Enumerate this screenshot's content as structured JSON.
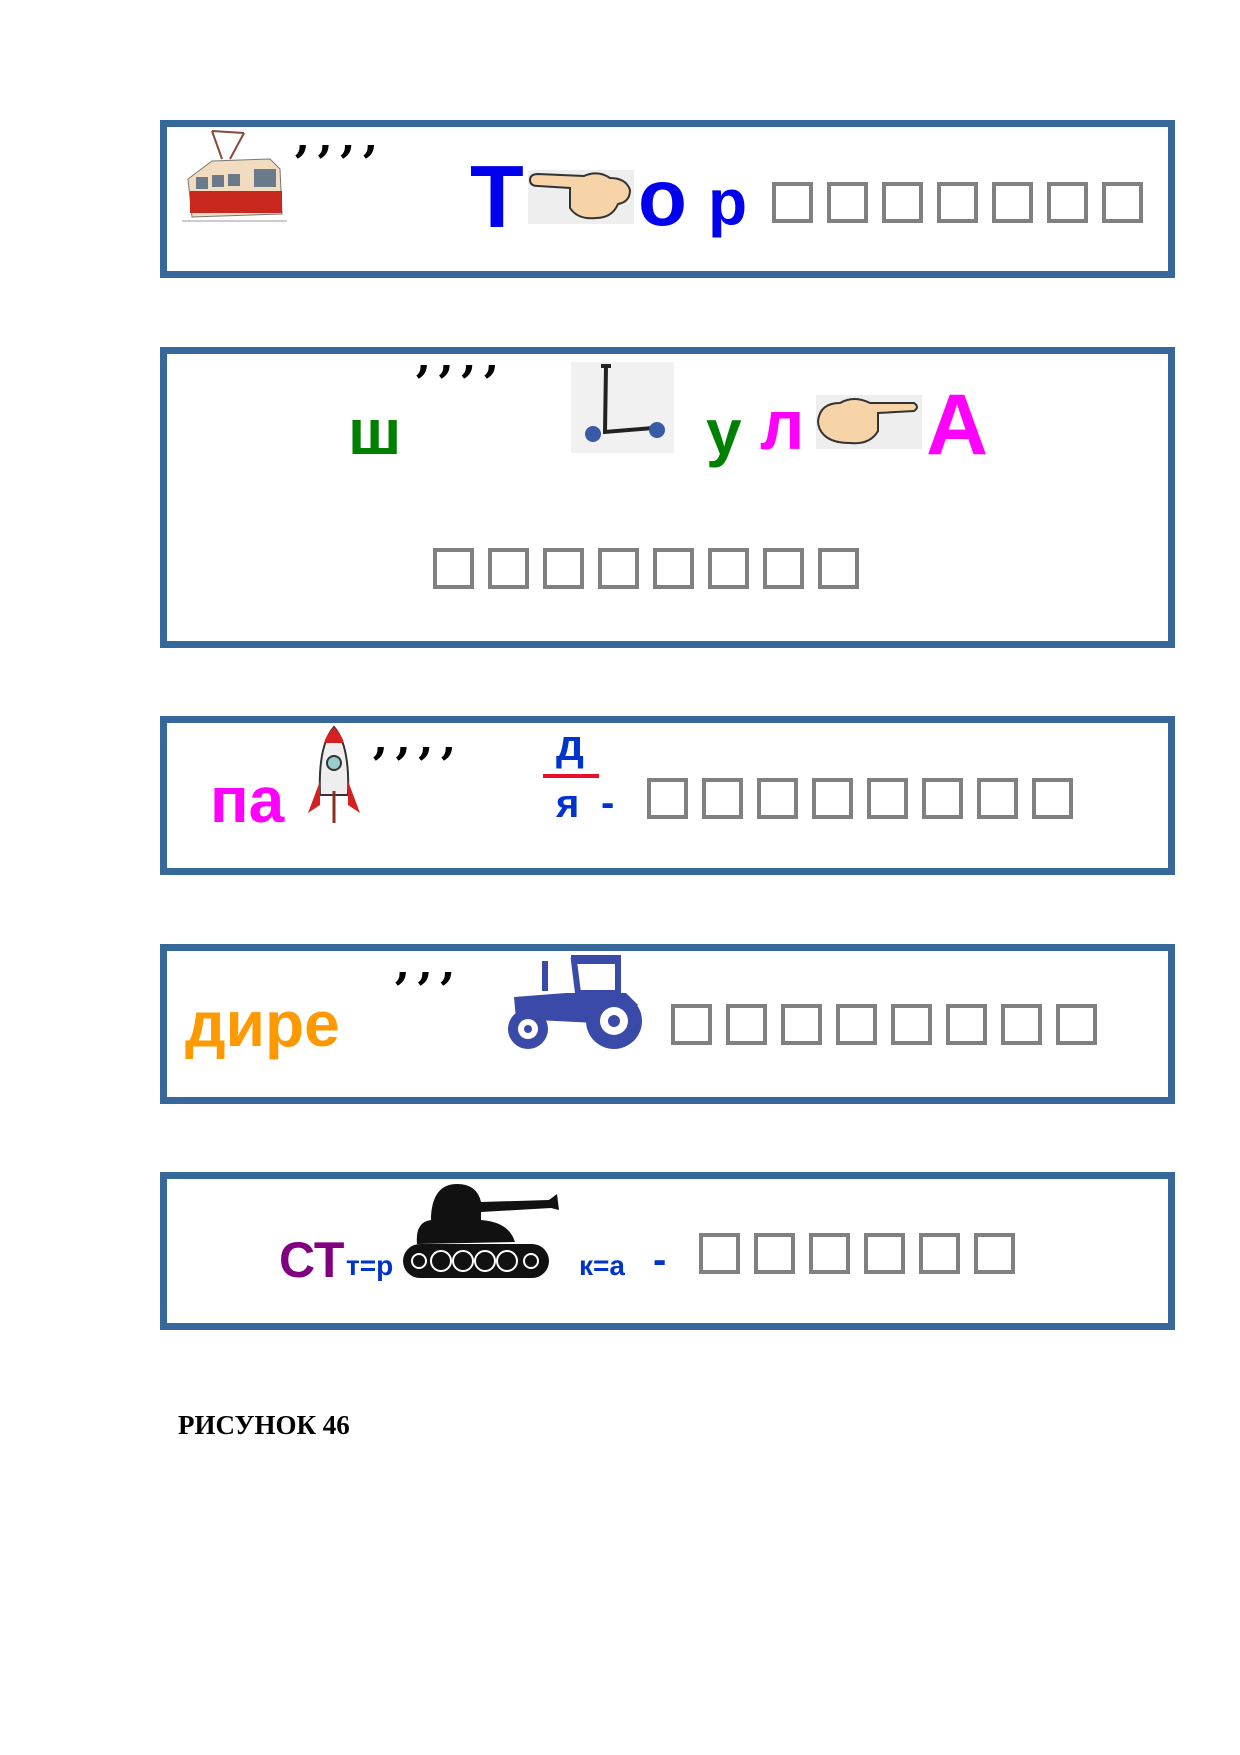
{
  "colors": {
    "border": "#36689a",
    "blue": "#0000ee",
    "green": "#008000",
    "magenta": "#ff00ff",
    "orange": "#ff9900",
    "purple": "#800080",
    "darkblue": "#0033cc",
    "red": "#e8102a",
    "square": "#808080"
  },
  "puzzles": [
    {
      "commas": "’’’’",
      "letters": [
        "Т",
        "о",
        "р"
      ],
      "icons": [
        "tram-icon",
        "pointing-hand-icon"
      ],
      "answer_squares": 7
    },
    {
      "letters": [
        "ш",
        "у",
        "л",
        "А"
      ],
      "commas": "’’’’",
      "icons": [
        "scooter-icon",
        "pointing-hand-icon"
      ],
      "answer_squares": 8
    },
    {
      "letters": [
        "па"
      ],
      "commas": "’’’’",
      "fraction_top": "д",
      "fraction_bottom": "я",
      "dash": "-",
      "icons": [
        "rocket-icon"
      ],
      "answer_squares": 8
    },
    {
      "letters": [
        "дире"
      ],
      "commas": "’’’",
      "icons": [
        "tractor-icon"
      ],
      "answer_squares": 8
    },
    {
      "letters": [
        "СТ"
      ],
      "sub1": "т=р",
      "sub2": "к=а",
      "dash": "-",
      "icons": [
        "tank-icon"
      ],
      "answer_squares": 6
    }
  ],
  "caption": "РИСУНОК 46"
}
